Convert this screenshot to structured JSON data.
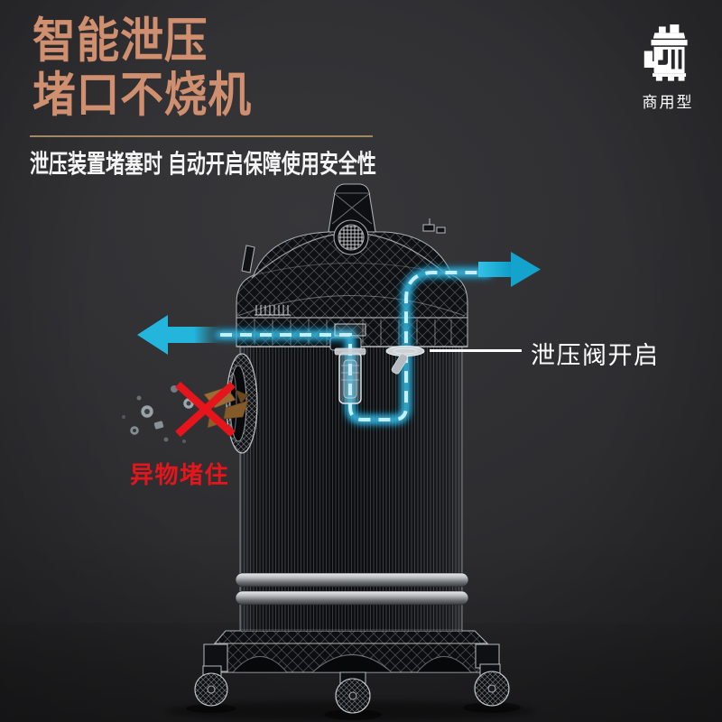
{
  "page": {
    "language": "zh-CN",
    "background_color": "#2e2e31",
    "floor_color": "#1d1d1f"
  },
  "header": {
    "title_line1": "智能泄压",
    "title_line2": "堵口不烧机",
    "subtitle": "泄压装置堵塞时 自动开启保障使用安全性",
    "title_color": "#d08f6e",
    "divider_color": "#a2885e",
    "subtitle_color": "#f4f4f4"
  },
  "badge": {
    "icon": "commercial-vacuum-icon",
    "label": "商用型",
    "color": "#ffffff"
  },
  "callouts": {
    "valve": {
      "label": "泄压阀开启",
      "color": "#ffffff"
    },
    "blockage": {
      "label": "异物堵住",
      "color": "#e5161b"
    }
  },
  "illustration": {
    "subject": "industrial-vacuum-wireframe",
    "airflow_color": "#1fb3dc",
    "airflow_glow_color": "#c9f3fe",
    "alert_color": "#e5151b",
    "airflow_arrows": [
      "exhaust-left",
      "exhaust-right"
    ]
  }
}
